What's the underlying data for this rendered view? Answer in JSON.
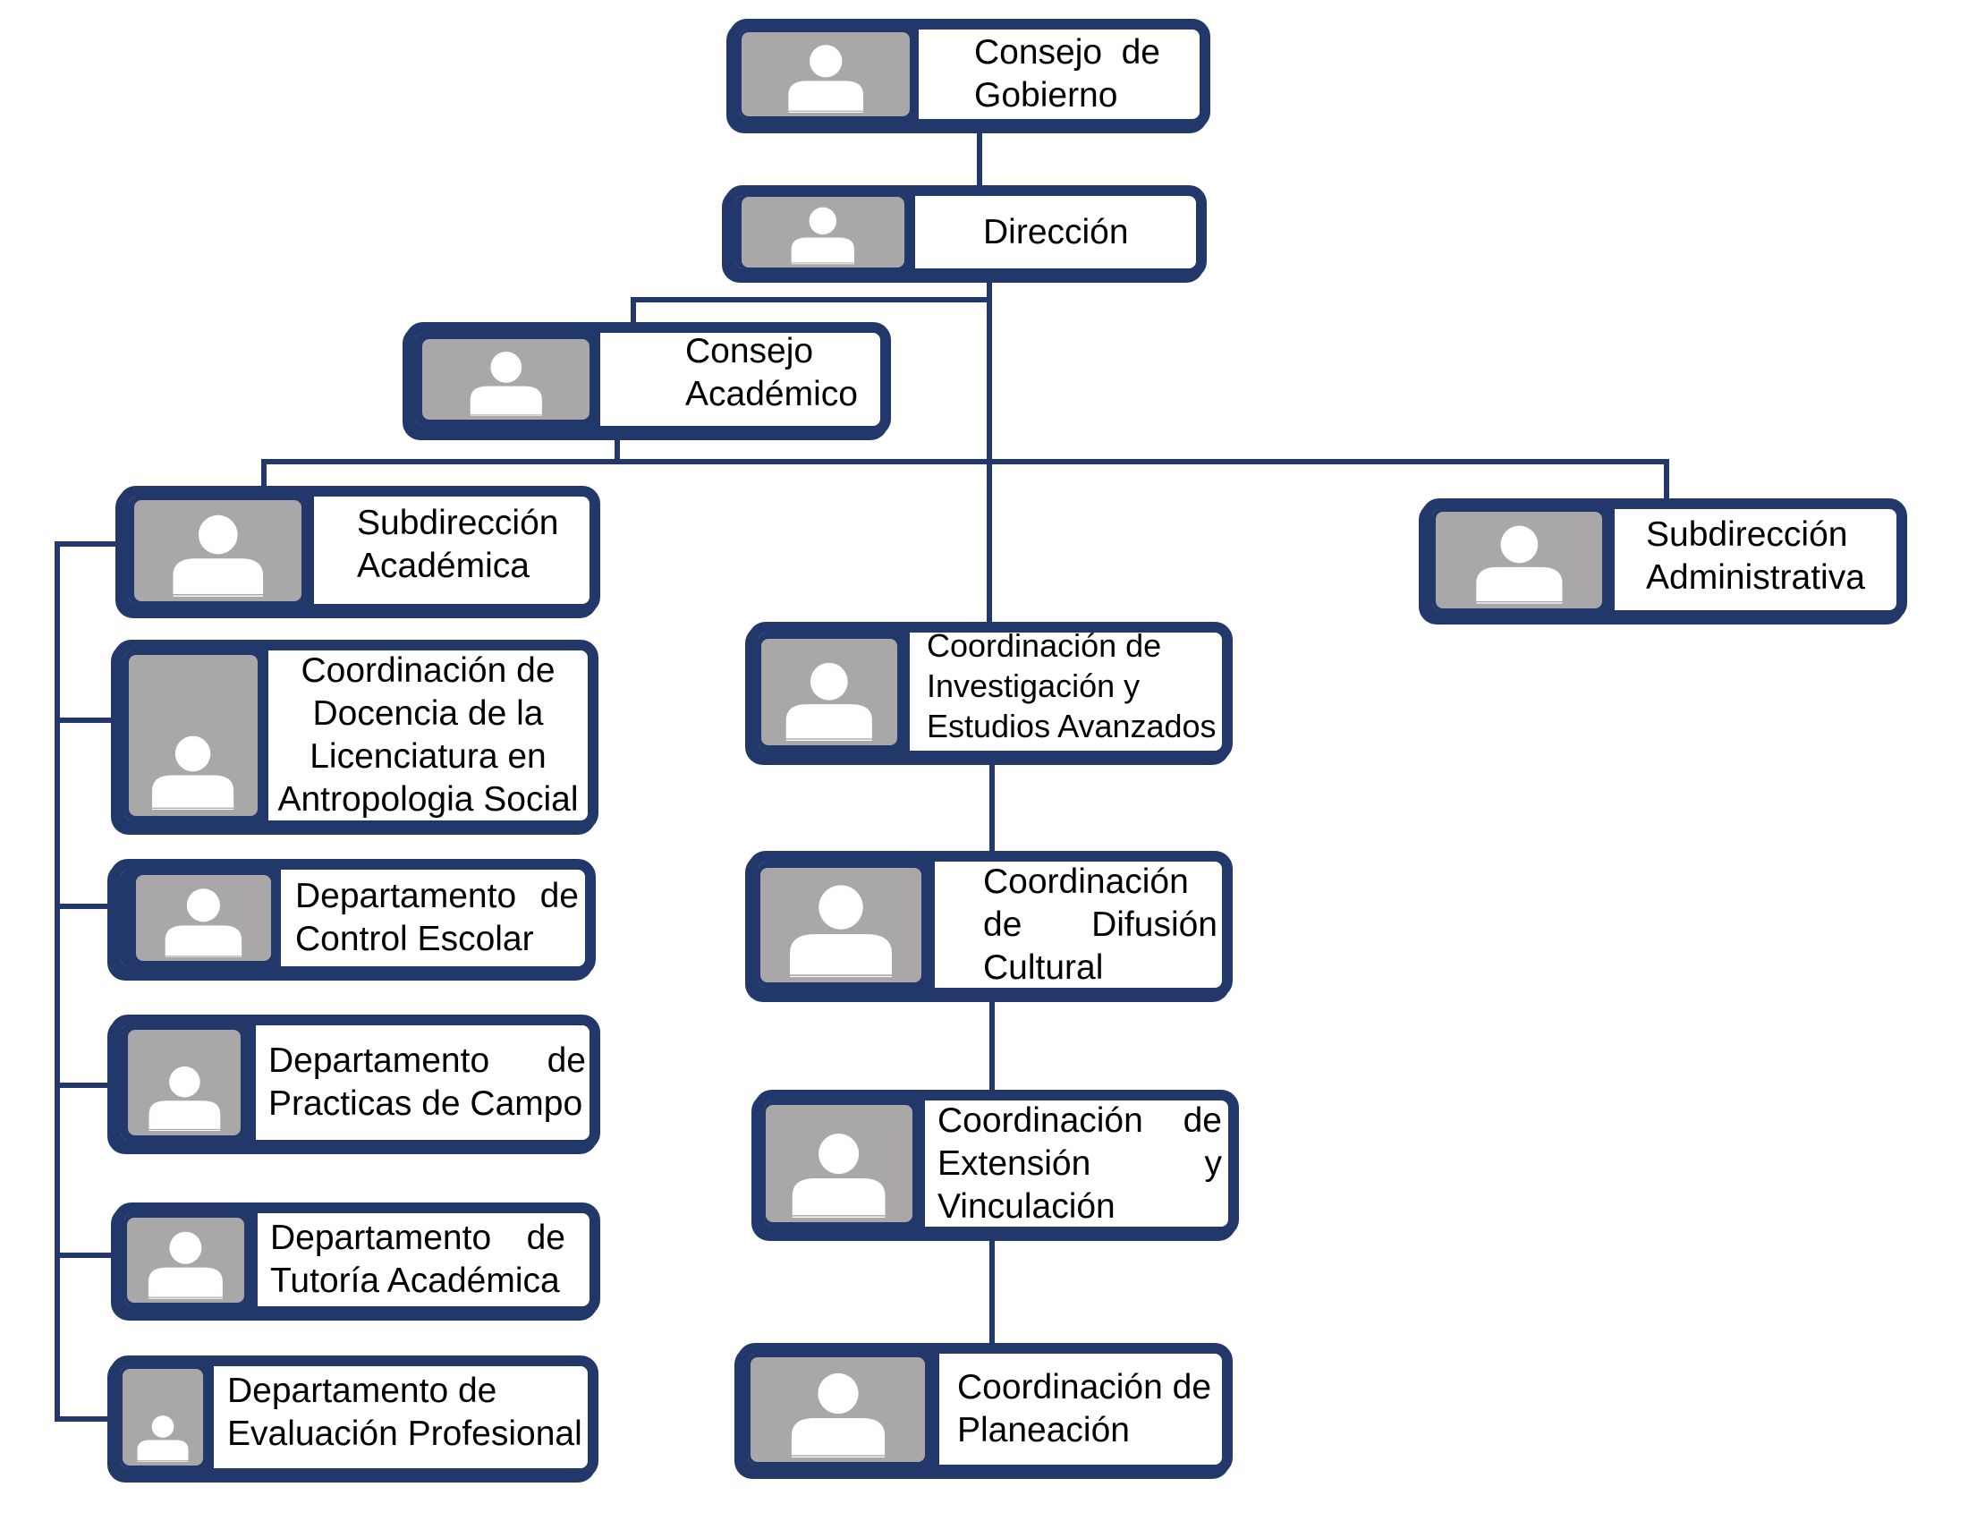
{
  "colors": {
    "navy": "#22386a",
    "photo_placeholder": "#a9a7a8",
    "text": "#000000"
  },
  "icons": {
    "photo": "person-placeholder-icon"
  },
  "nodes": {
    "consejo_de_gobierno": {
      "lines": [
        "Consejo de",
        "Gobierno"
      ]
    },
    "direccion": {
      "lines": [
        "Dirección"
      ]
    },
    "consejo_academico": {
      "lines": [
        "Consejo",
        "Académico"
      ]
    },
    "subdireccion_academica": {
      "lines": [
        "Subdirección",
        "Académica"
      ]
    },
    "subdireccion_administrativa": {
      "lines": [
        "Subdirección",
        "Administrativa"
      ]
    },
    "coordinacion_docencia": {
      "lines": [
        "Coordinación de",
        "Docencia de la",
        "Licenciatura en",
        "Antropologia Social"
      ]
    },
    "departamento_control_escolar": {
      "lines": [
        "Departamento de",
        "Control Escolar"
      ]
    },
    "departamento_practicas_campo": {
      "lines": [
        "Departamento de",
        "Practicas de Campo"
      ]
    },
    "departamento_tutoria": {
      "lines": [
        "Departamento de",
        "Tutoría Académica"
      ]
    },
    "departamento_evaluacion": {
      "lines": [
        "Departamento de",
        "Evaluación Profesional"
      ]
    },
    "coordinacion_investigacion": {
      "lines": [
        "Coordinación de",
        "Investigación y",
        "Estudios Avanzados"
      ]
    },
    "coordinacion_difusion": {
      "lines": [
        "Coordinación",
        "de Difusión",
        "Cultural"
      ]
    },
    "coordinacion_extension": {
      "lines": [
        "Coordinación de",
        "Extensión y",
        "Vinculación"
      ]
    },
    "coordinacion_planeacion": {
      "lines": [
        "Coordinación de",
        "Planeación"
      ]
    }
  }
}
